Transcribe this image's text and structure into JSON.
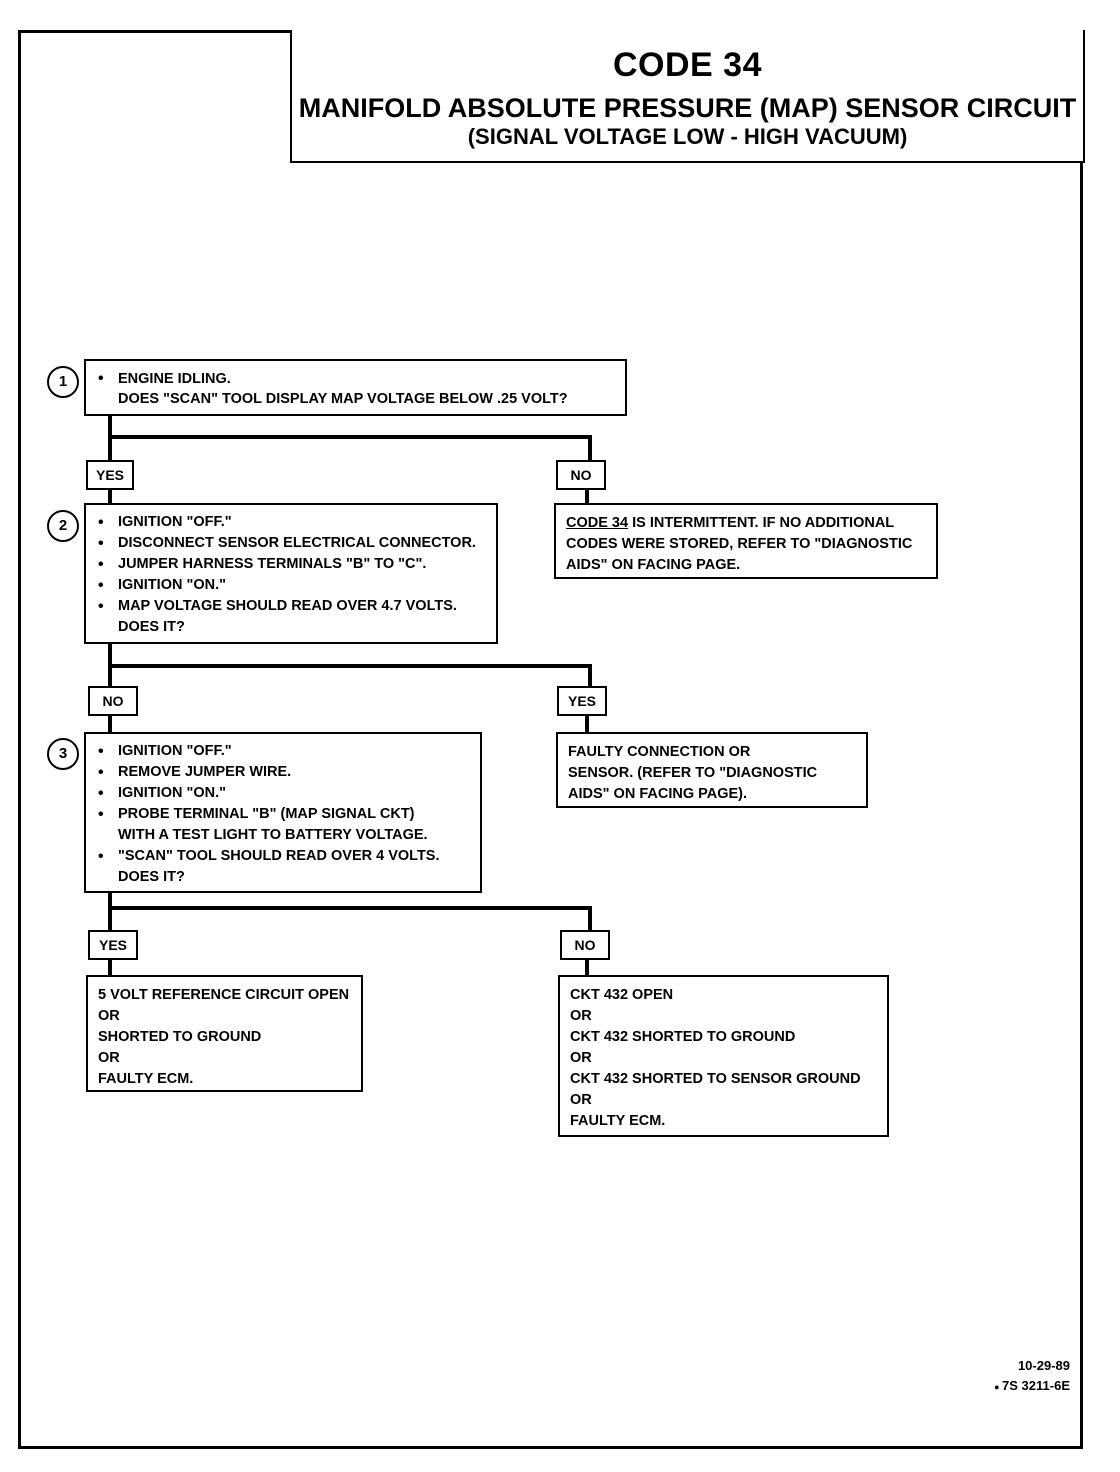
{
  "header": {
    "code": "CODE 34",
    "title": "MANIFOLD ABSOLUTE PRESSURE (MAP) SENSOR CIRCUIT",
    "subtitle": "(SIGNAL VOLTAGE LOW - HIGH VACUUM)"
  },
  "step1": {
    "number": "1",
    "items": [
      "ENGINE IDLING."
    ],
    "question": "DOES \"SCAN\" TOOL DISPLAY MAP VOLTAGE BELOW .25 VOLT?"
  },
  "step1_yes": "YES",
  "step1_no": "NO",
  "result_step1_no": {
    "code_ref": "CODE 34",
    "line1_rest": " IS INTERMITTENT.  IF NO ADDITIONAL",
    "line2": "CODES WERE STORED, REFER TO \"DIAGNOSTIC",
    "line3": "AIDS\" ON FACING PAGE."
  },
  "step2": {
    "number": "2",
    "items": [
      "IGNITION \"OFF.\"",
      "DISCONNECT SENSOR ELECTRICAL CONNECTOR.",
      "JUMPER HARNESS TERMINALS \"B\" TO \"C\".",
      "IGNITION \"ON.\"",
      "MAP VOLTAGE SHOULD READ OVER 4.7 VOLTS."
    ],
    "question": "DOES IT?"
  },
  "step2_no": "NO",
  "step2_yes": "YES",
  "result_step2_yes": [
    "FAULTY CONNECTION OR",
    "SENSOR.  (REFER TO \"DIAGNOSTIC",
    "AIDS\" ON FACING PAGE)."
  ],
  "step3": {
    "number": "3",
    "items": [
      "IGNITION \"OFF.\"",
      "REMOVE JUMPER WIRE.",
      "IGNITION \"ON.\"",
      "PROBE TERMINAL \"B\" (MAP SIGNAL CKT)",
      "\"SCAN\" TOOL SHOULD READ OVER 4 VOLTS."
    ],
    "item4_cont": "WITH A TEST LIGHT TO BATTERY VOLTAGE.",
    "question": "DOES IT?"
  },
  "step3_yes": "YES",
  "step3_no": "NO",
  "result_step3_yes": [
    "5 VOLT REFERENCE CIRCUIT OPEN",
    "OR",
    "SHORTED TO GROUND",
    "OR",
    "FAULTY ECM."
  ],
  "result_step3_no": [
    "CKT 432 OPEN",
    "OR",
    "CKT 432 SHORTED TO GROUND",
    "OR",
    "CKT 432 SHORTED TO SENSOR GROUND",
    "OR",
    "FAULTY ECM."
  ],
  "footer": {
    "date": "10-29-89",
    "ref": "7S 3211-6E"
  }
}
